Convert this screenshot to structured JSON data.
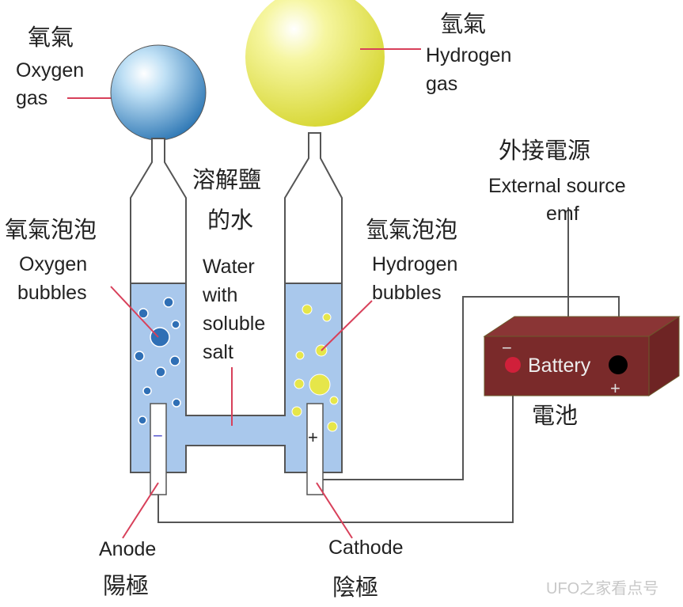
{
  "oxygen_gas": {
    "zh": "氧氣",
    "en_line1": "Oxygen",
    "en_line2": "gas"
  },
  "hydrogen_gas": {
    "zh": "氫氣",
    "en_line1": "Hydrogen",
    "en_line2": "gas"
  },
  "water": {
    "zh_line1": "溶解鹽",
    "zh_line2": "的水",
    "en_lines": [
      "Water",
      "with",
      "soluble",
      "salt"
    ]
  },
  "oxygen_bubbles": {
    "zh": "氧氣泡泡",
    "en_line1": "Oxygen",
    "en_line2": "bubbles"
  },
  "hydrogen_bubbles": {
    "zh": "氫氣泡泡",
    "en_line1": "Hydrogen",
    "en_line2": "bubbles"
  },
  "external_source": {
    "zh": "外接電源",
    "en_line1": "External source",
    "en_line2": "emf"
  },
  "battery": {
    "label": "Battery",
    "zh": "電池",
    "minus": "−",
    "plus": "+"
  },
  "anode": {
    "en": "Anode",
    "zh": "陽極",
    "sign": "−"
  },
  "cathode": {
    "en": "Cathode",
    "zh": "陰極",
    "sign": "+"
  },
  "watermark": "UFO之家看点号",
  "colors": {
    "water": "#a9c8ec",
    "oxygen": "#4a90c8",
    "hydrogen": "#e6e64a",
    "battery": "#7a2a2a",
    "pointer": "#d8405a"
  }
}
